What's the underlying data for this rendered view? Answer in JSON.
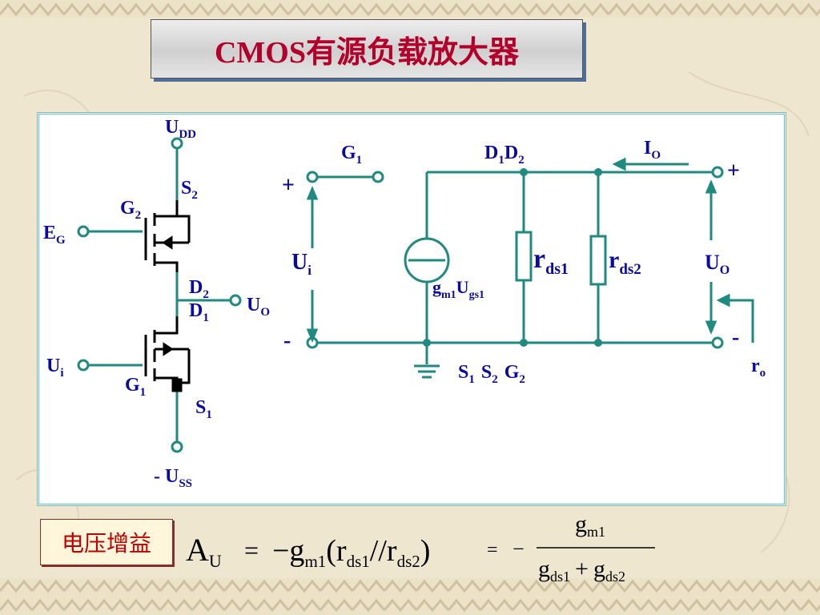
{
  "slide": {
    "title": "CMOS有源负载放大器",
    "formula_label": "电压增益"
  },
  "schematic": {
    "vdd_label": "U",
    "vdd_sub": "DD",
    "s2_label": "S",
    "s2_sub": "2",
    "g2_label": "G",
    "g2_sub": "2",
    "eg_label": "E",
    "eg_sub": "G",
    "d2_label": "D",
    "d2_sub": "2",
    "d1_label": "D",
    "d1_sub": "1",
    "uo_label": "U",
    "uo_sub": "O",
    "ui_label": "U",
    "ui_sub": "i",
    "g1_label": "G",
    "g1_sub": "1",
    "s1_label": "S",
    "s1_sub": "1",
    "vss_label": "- U",
    "vss_sub": "SS"
  },
  "equivalent": {
    "g1_label": "G",
    "g1_sub": "1",
    "d1d2_label_a": "D",
    "d1d2_sub_a": "1",
    "d1d2_label_b": "D",
    "d1d2_sub_b": "2",
    "io_label": "I",
    "io_sub": "O",
    "plus_in": "+",
    "minus_in": "-",
    "plus_out": "+",
    "minus_out": "-",
    "ui_label": "U",
    "ui_sub": "i",
    "uo_label": "U",
    "uo_sub": "O",
    "source_label_a": "g",
    "source_sub_a": "m1",
    "source_label_b": "U",
    "source_sub_b": "gs1",
    "rds1_label": "r",
    "rds1_sub": "ds1",
    "rds2_label": "r",
    "rds2_sub": "ds2",
    "ro_label": "r",
    "ro_sub": "o",
    "s1_label": "S",
    "s1_sub": "1",
    "s2_label": "S",
    "s2_sub": "2",
    "g2_label": "G",
    "g2_sub": "2"
  },
  "formula": {
    "lhs": "A",
    "lhs_sub": "U",
    "eq1": "=",
    "term_a": "−g",
    "term_a_sub": "m1",
    "paren_open": "(r",
    "ds1_sub": "ds1",
    "parallel": "//r",
    "ds2_sub": "ds2",
    "paren_close": ")",
    "eq2": "=",
    "minus": "−",
    "num": "g",
    "num_sub": "m1",
    "den_a": "g",
    "den_a_sub": "ds1",
    "den_plus": "+",
    "den_b": "g",
    "den_b_sub": "ds2"
  },
  "colors": {
    "wire": "#1f8a80",
    "label": "#0a0aa0",
    "title": "#b3002a",
    "black": "#000000"
  }
}
